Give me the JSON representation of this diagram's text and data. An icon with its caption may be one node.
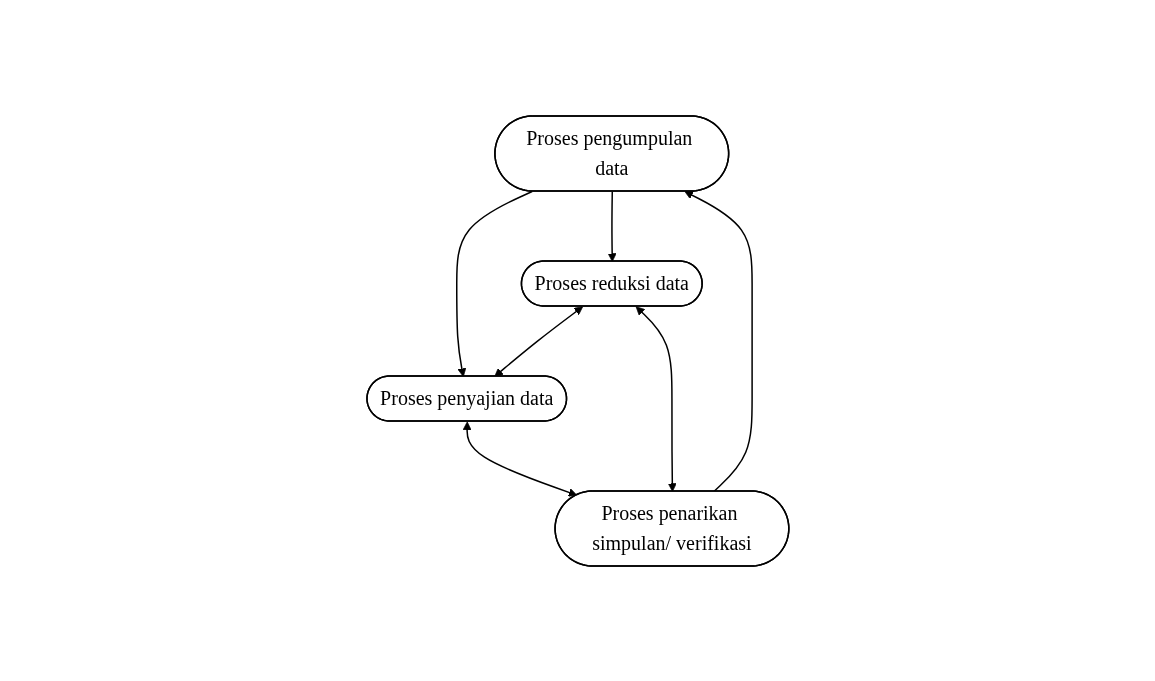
{
  "diagram": {
    "nodes": [
      {
        "text": [
          "Proses pengumpulan data"
        ]
      },
      {
        "text": [
          "Proses penyajian data"
        ]
      },
      {
        "text": [
          "Proses reduksi data"
        ]
      },
      {
        "text": [
          "Proses penarikan simpulan/ verifikasi"
        ]
      }
    ],
    "edges": [
      {
        "from": 0,
        "to": 1,
        "arrow": "to"
      },
      {
        "from": 0,
        "to": 2,
        "arrow": "to"
      },
      {
        "from": 2,
        "to": 1,
        "arrow": "both"
      },
      {
        "from": 2,
        "to": 3,
        "arrow": "both"
      },
      {
        "from": 1,
        "to": 3,
        "arrow": "both"
      },
      {
        "from": 3,
        "to": 0,
        "arrow": "to"
      }
    ]
  }
}
